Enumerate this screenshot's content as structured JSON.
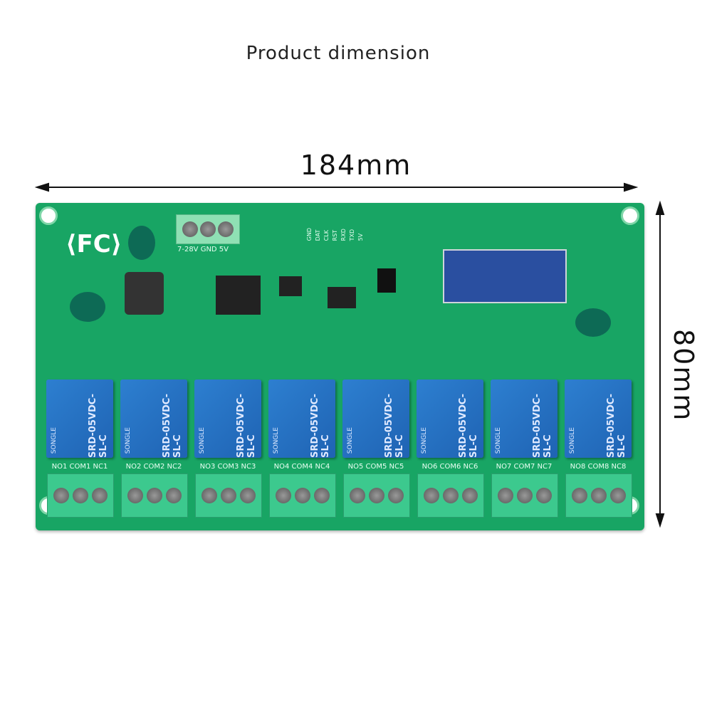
{
  "title": "Product dimension",
  "dimensions": {
    "width": "184mm",
    "height": "80mm"
  },
  "board": {
    "power_labels": "7-28V GND 5V",
    "header_pins": [
      "GND",
      "DAT",
      "CLK",
      "RST",
      "RXD",
      "TXD",
      "5V"
    ],
    "relay_text": "SRD-05VDC-SL-C",
    "relay_brand": "SONGLE",
    "terminals": [
      {
        "no": "NO1",
        "com": "COM1",
        "nc": "NC1"
      },
      {
        "no": "NO2",
        "com": "COM2",
        "nc": "NC2"
      },
      {
        "no": "NO3",
        "com": "COM3",
        "nc": "NC3"
      },
      {
        "no": "NO4",
        "com": "COM4",
        "nc": "NC4"
      },
      {
        "no": "NO5",
        "com": "COM5",
        "nc": "NC5"
      },
      {
        "no": "NO6",
        "com": "COM6",
        "nc": "NC6"
      },
      {
        "no": "NO7",
        "com": "COM7",
        "nc": "NC7"
      },
      {
        "no": "NO8",
        "com": "COM8",
        "nc": "NC8"
      }
    ]
  },
  "colors": {
    "pcb": "#18a564",
    "relay": "#2770c2",
    "terminal": "#3cc98e"
  }
}
